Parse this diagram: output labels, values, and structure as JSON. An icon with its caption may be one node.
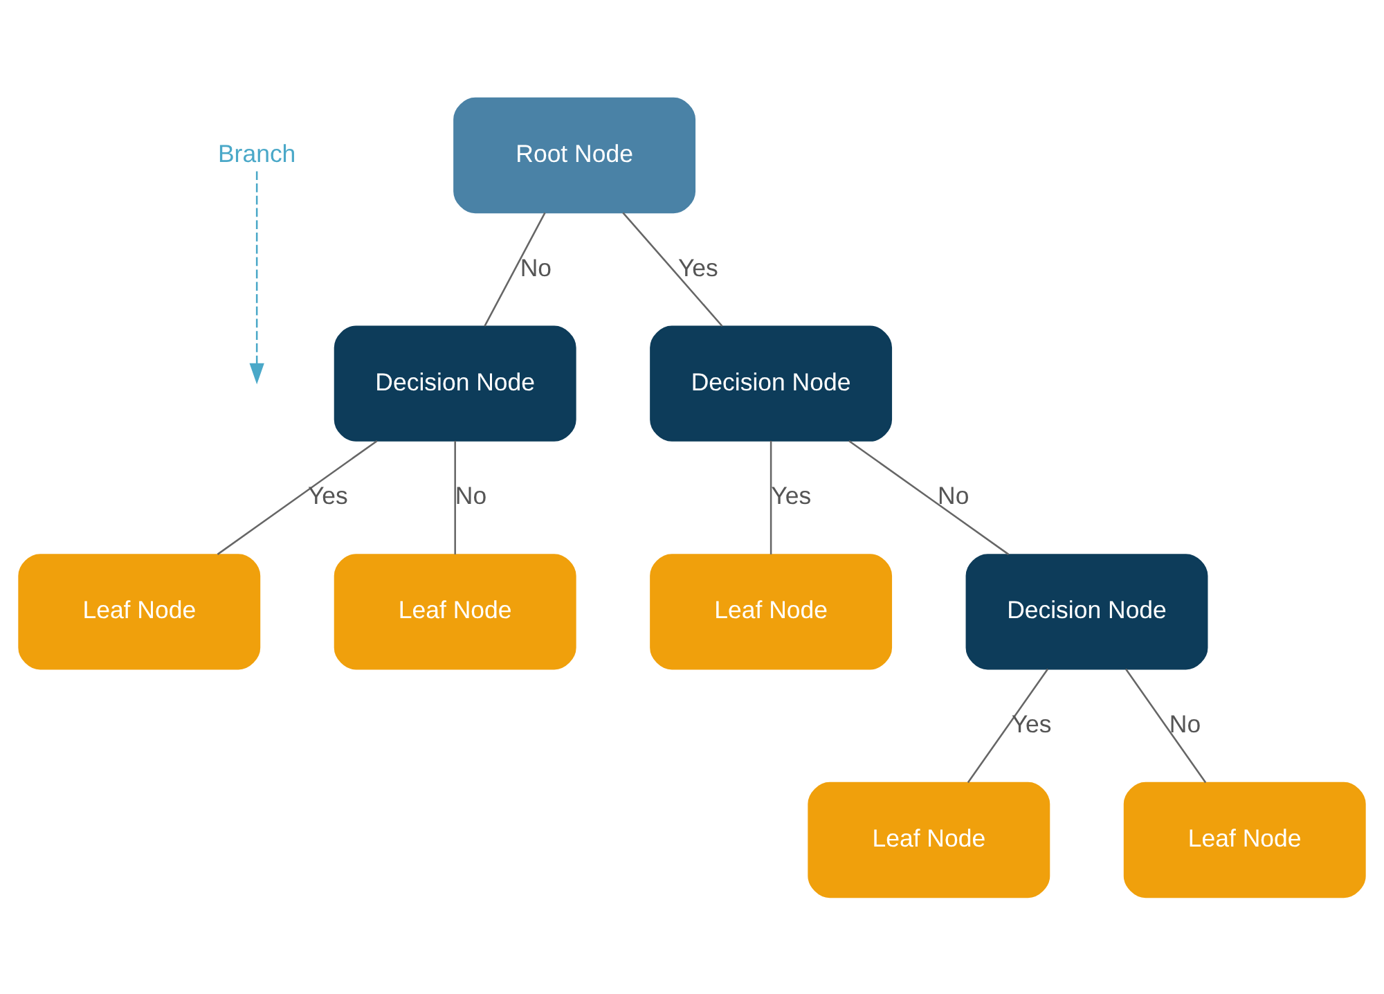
{
  "diagram": {
    "nodes": [
      {
        "text": [
          "Root Node"
        ]
      },
      {
        "text": [
          "Branch"
        ]
      },
      {
        "text": [
          "Decision Node"
        ]
      },
      {
        "text": [
          "Decision Node"
        ]
      },
      {
        "text": [
          "Leaf Node"
        ]
      },
      {
        "text": [
          "Decision Node"
        ]
      },
      {
        "text": [
          "Leaf Node"
        ]
      },
      {
        "text": [
          "Leaf Node"
        ]
      },
      {
        "text": [
          "Leaf Node"
        ]
      },
      {
        "text": [
          "Leaf Node"
        ]
      }
    ],
    "edges": [
      {
        "from": 0,
        "to": 2,
        "arrow": "none",
        "label": "Yes"
      },
      {
        "from": 0,
        "to": 3,
        "arrow": "none",
        "label": "No"
      },
      {
        "from": 2,
        "to": 4,
        "arrow": "none",
        "label": "Yes"
      },
      {
        "from": 2,
        "to": 5,
        "arrow": "none",
        "label": "No"
      },
      {
        "from": 3,
        "to": 6,
        "arrow": "none",
        "label": "Yes"
      },
      {
        "from": 3,
        "to": 7,
        "arrow": "none",
        "label": "No"
      },
      {
        "from": 5,
        "to": 8,
        "arrow": "none",
        "label": "Yes"
      },
      {
        "from": 5,
        "to": 9,
        "arrow": "none",
        "label": "No"
      },
      {
        "from": 1,
        "to": null,
        "arrow": "to",
        "style": "dashed",
        "color": "#4aa8c8"
      }
    ]
  }
}
